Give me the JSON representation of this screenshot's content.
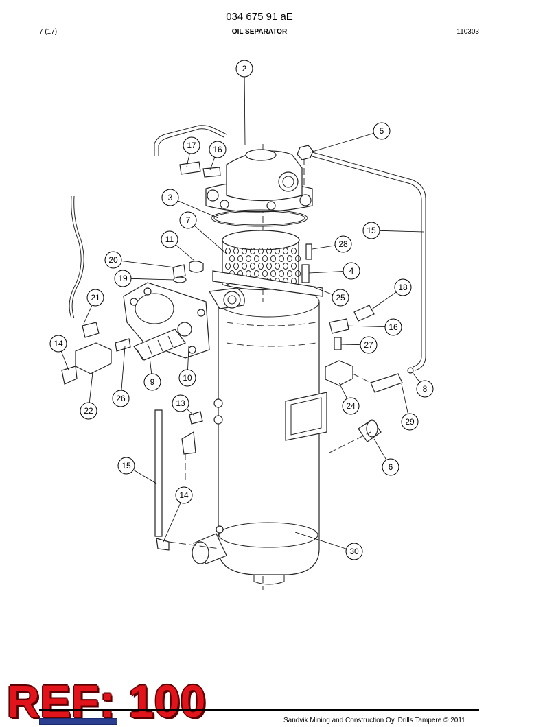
{
  "header": {
    "doc_number": "034 675 91 aE",
    "page_count": "7 (17)",
    "title": "OIL SEPARATOR",
    "date_code": "110303"
  },
  "footer": {
    "copyright": "Sandvik Mining and Construction Oy, Drills Tampere © 2011"
  },
  "stamp": {
    "text": "REF: 100",
    "color": "#e1141b"
  },
  "callouts": [
    {
      "id": "c2",
      "label": "2"
    },
    {
      "id": "c5",
      "label": "5"
    },
    {
      "id": "c17",
      "label": "17"
    },
    {
      "id": "c16a",
      "label": "16"
    },
    {
      "id": "c3",
      "label": "3"
    },
    {
      "id": "c15a",
      "label": "15"
    },
    {
      "id": "c7",
      "label": "7"
    },
    {
      "id": "c28",
      "label": "28"
    },
    {
      "id": "c11",
      "label": "11"
    },
    {
      "id": "c20",
      "label": "20"
    },
    {
      "id": "c4",
      "label": "4"
    },
    {
      "id": "c19",
      "label": "19"
    },
    {
      "id": "c18",
      "label": "18"
    },
    {
      "id": "c21",
      "label": "21"
    },
    {
      "id": "c25",
      "label": "25"
    },
    {
      "id": "c16b",
      "label": "16"
    },
    {
      "id": "c14a",
      "label": "14"
    },
    {
      "id": "c27",
      "label": "27"
    },
    {
      "id": "c9",
      "label": "9"
    },
    {
      "id": "c10",
      "label": "10"
    },
    {
      "id": "c8",
      "label": "8"
    },
    {
      "id": "c26",
      "label": "26"
    },
    {
      "id": "c24",
      "label": "24"
    },
    {
      "id": "c22",
      "label": "22"
    },
    {
      "id": "c13",
      "label": "13"
    },
    {
      "id": "c29",
      "label": "29"
    },
    {
      "id": "c15b",
      "label": "15"
    },
    {
      "id": "c6",
      "label": "6"
    },
    {
      "id": "c14b",
      "label": "14"
    },
    {
      "id": "c30",
      "label": "30"
    }
  ]
}
